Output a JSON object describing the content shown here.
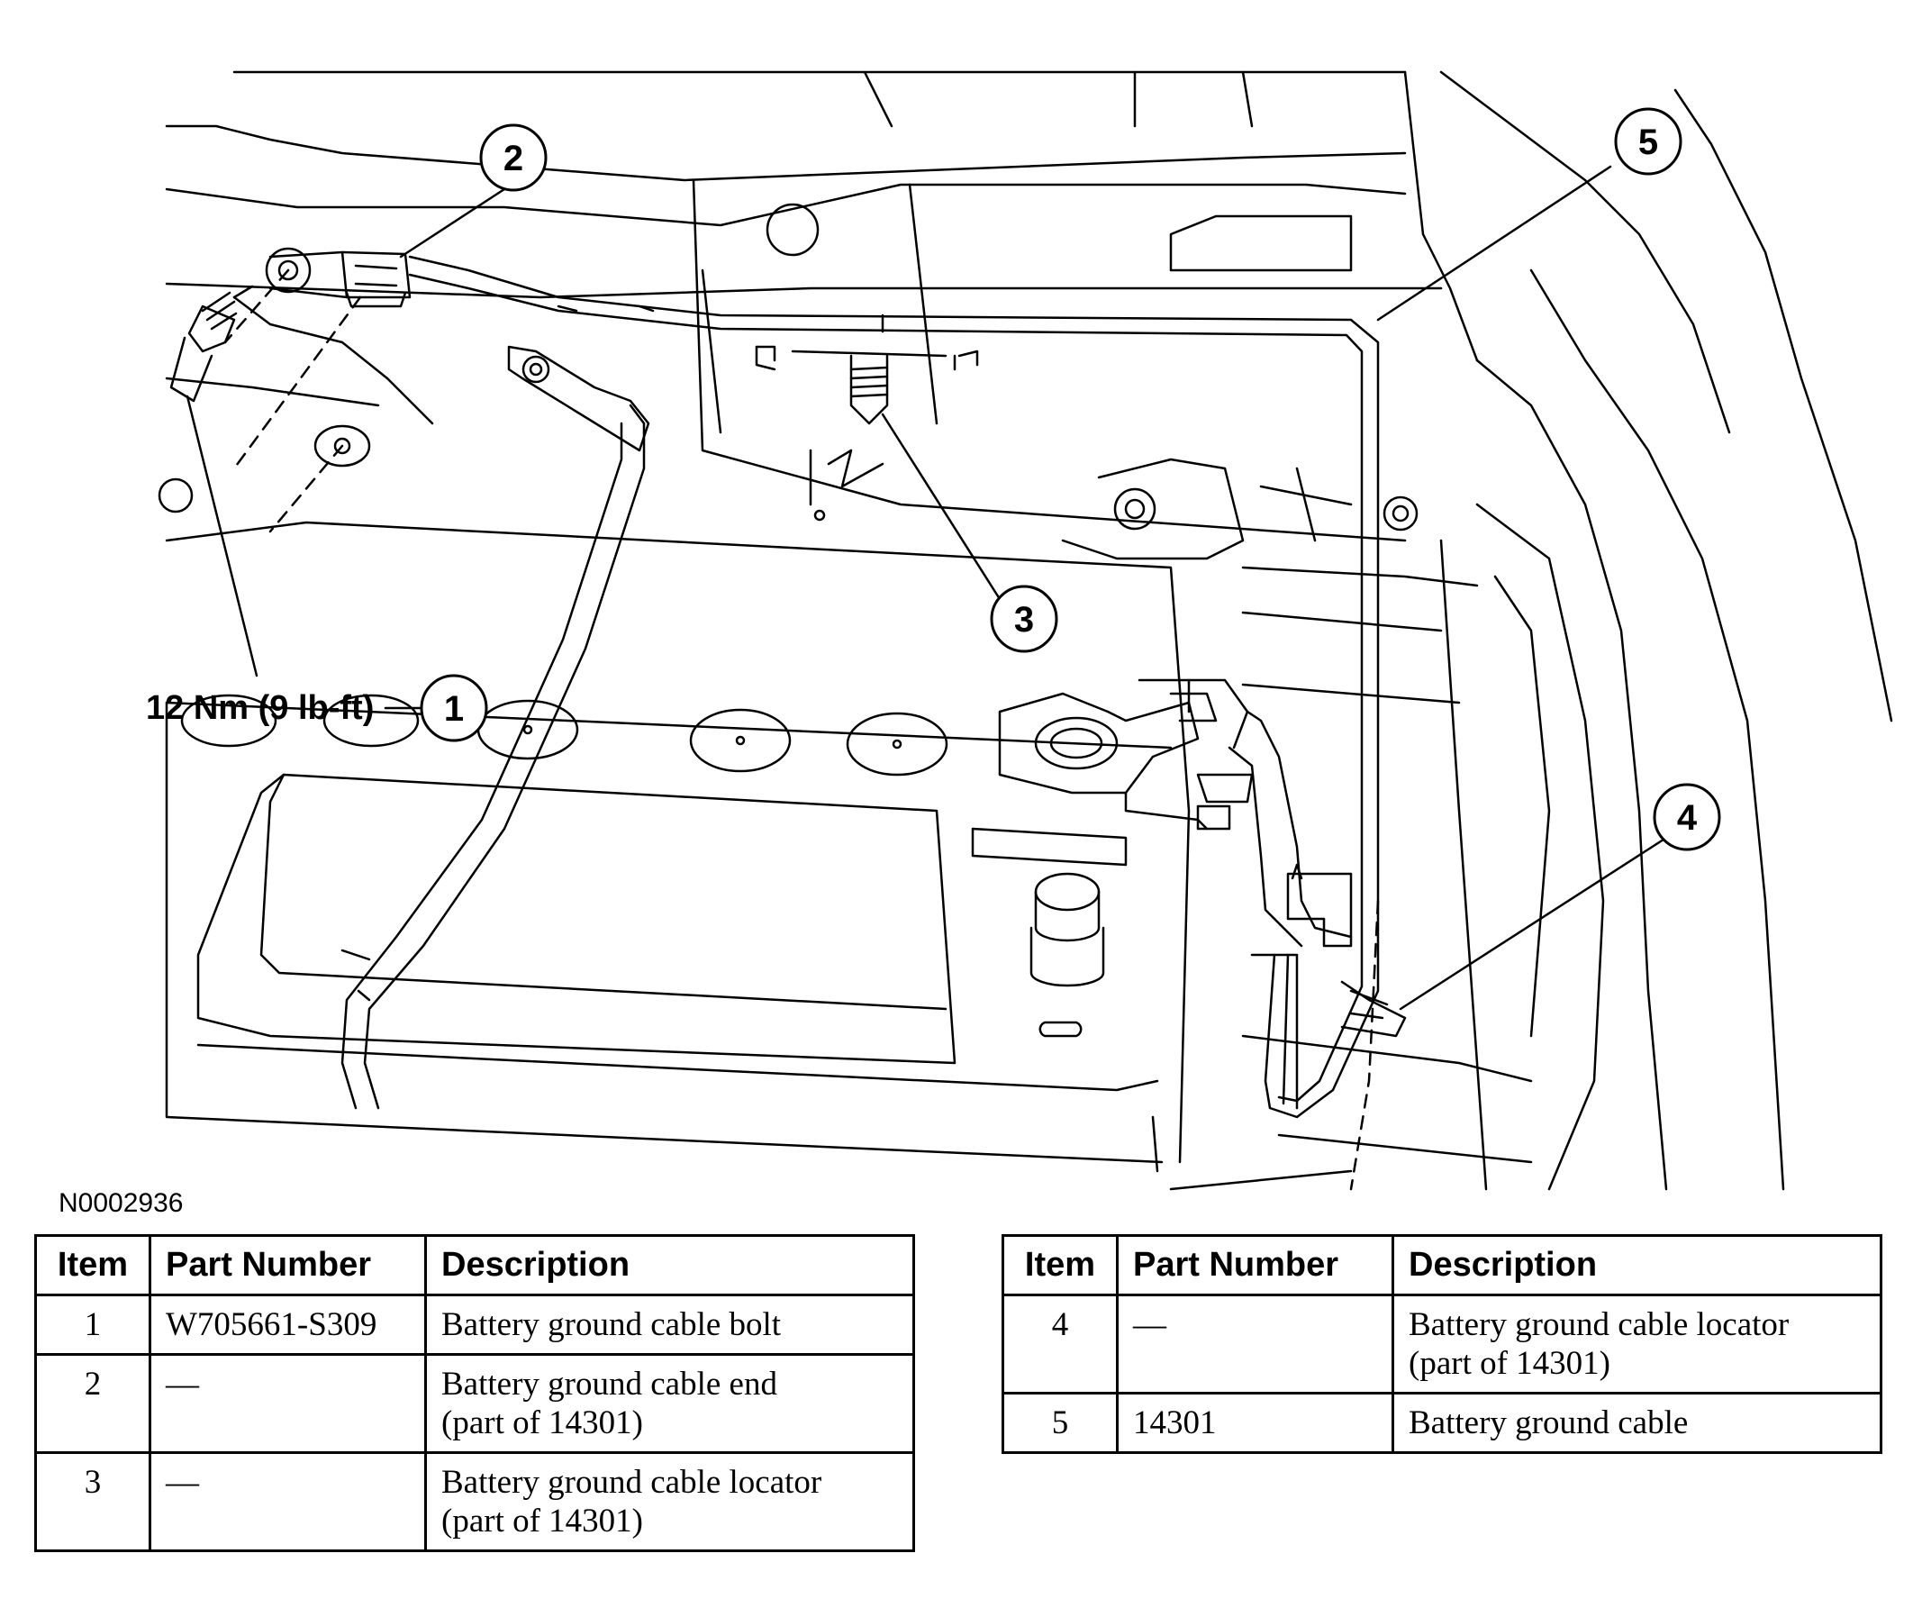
{
  "figure": {
    "code": "N0002936",
    "torque_label": "12 Nm (9 lb-ft)",
    "callouts": [
      "1",
      "2",
      "3",
      "4",
      "5"
    ]
  },
  "table_headers": {
    "item": "Item",
    "part_number": "Part Number",
    "description": "Description"
  },
  "parts_left": [
    {
      "item": "1",
      "part_number": "W705661-S309",
      "description_line1": "Battery ground cable bolt",
      "description_line2": ""
    },
    {
      "item": "2",
      "part_number": "—",
      "description_line1": "Battery ground cable end",
      "description_line2": "(part of 14301)"
    },
    {
      "item": "3",
      "part_number": "—",
      "description_line1": "Battery ground cable locator",
      "description_line2": "(part of 14301)"
    }
  ],
  "parts_right": [
    {
      "item": "4",
      "part_number": "—",
      "description_line1": "Battery ground cable locator",
      "description_line2": "(part of 14301)"
    },
    {
      "item": "5",
      "part_number": "14301",
      "description_line1": "Battery ground cable",
      "description_line2": ""
    }
  ]
}
